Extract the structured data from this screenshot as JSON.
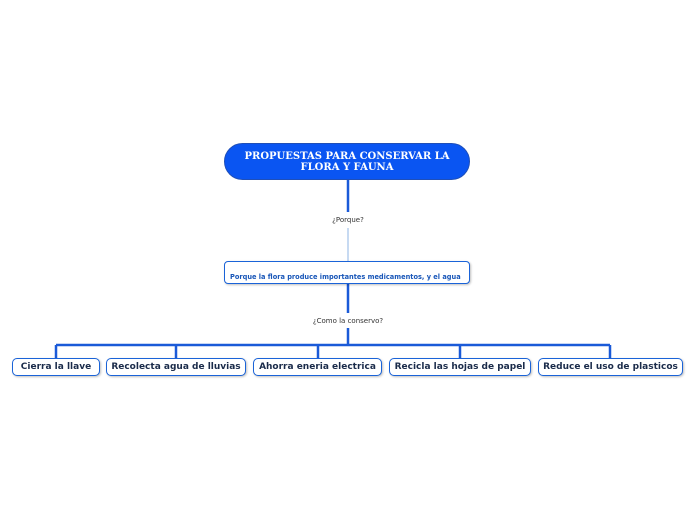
{
  "root": {
    "title": "PROPUESTAS PARA CONSERVAR LA FLORA Y FAUNA"
  },
  "connector_1": "¿Porque?",
  "reason": {
    "text": "Porque la flora produce importantes medicamentos, y el agua es\nabsolutamente necesaria para que exista la vida"
  },
  "connector_2": "¿Como la conservo?",
  "leaves": [
    {
      "label": "Cierra la llave"
    },
    {
      "label": "Recolecta agua de lluvias"
    },
    {
      "label": "Ahorra eneria electrica"
    },
    {
      "label": "Recicla las hojas de papel"
    },
    {
      "label": "Reduce el uso de plasticos"
    }
  ],
  "colors": {
    "accent": "#0a55f2",
    "line": "#1a5ad8",
    "thin_line": "#8fb4e6"
  }
}
